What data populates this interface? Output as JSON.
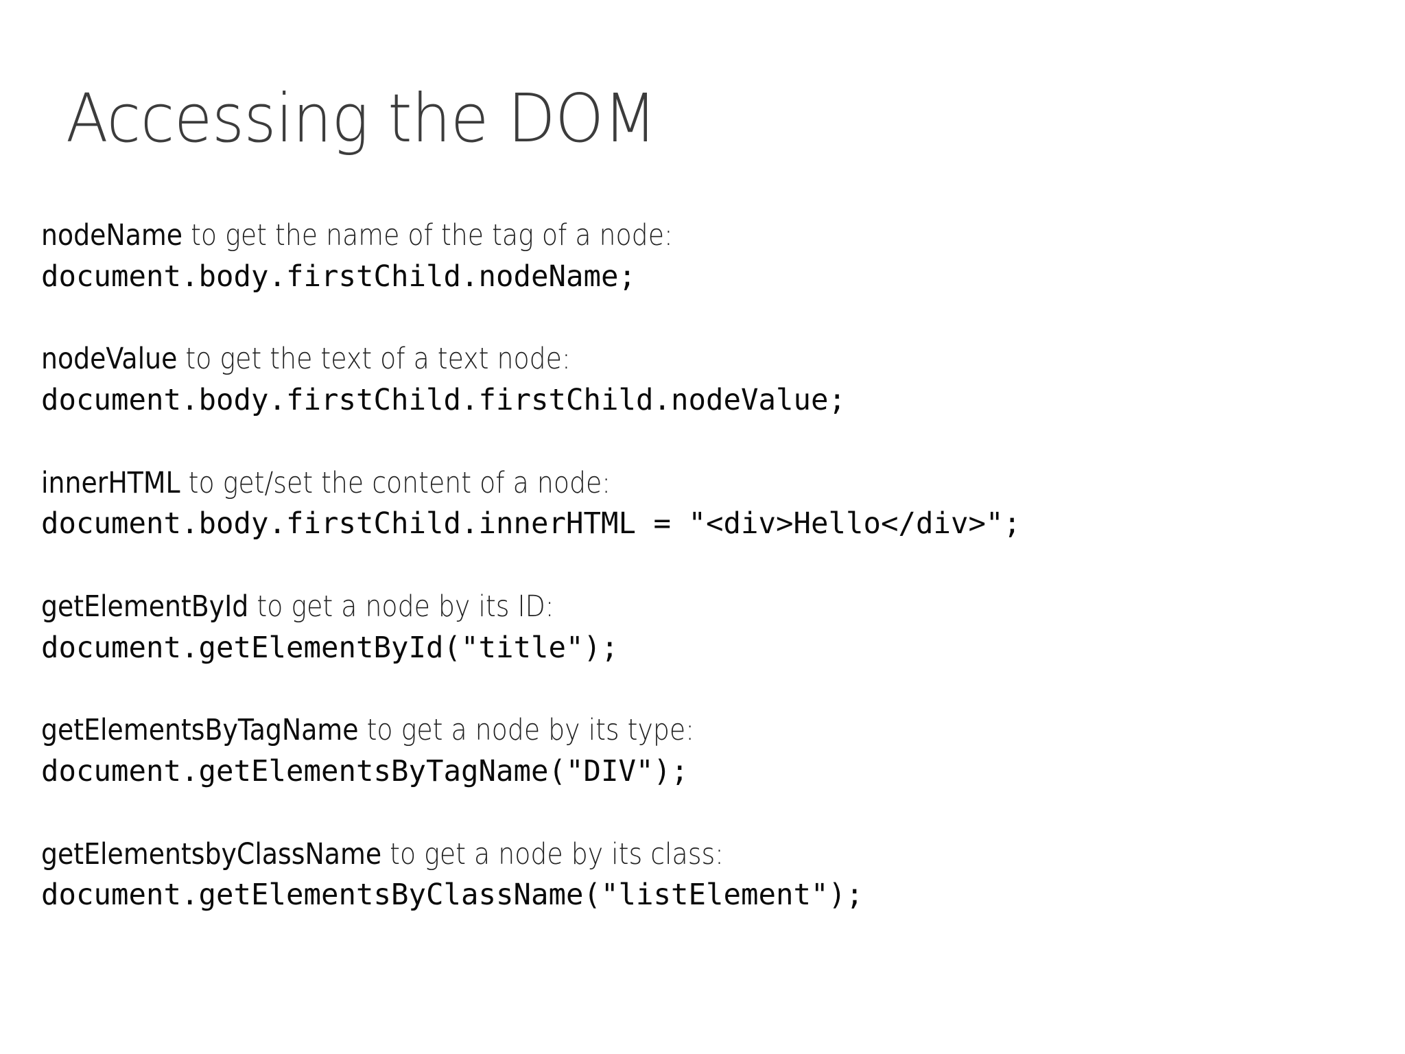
{
  "slide": {
    "title": "Accessing the DOM",
    "title_color": "#3c3c3c",
    "background_color": "#ffffff",
    "body_color": "#141414",
    "entries": [
      {
        "term": "nodeName",
        "description": " to get the name of the tag of a node:",
        "code": "document.body.firstChild.nodeName;"
      },
      {
        "term": "nodeValue",
        "description": " to get the text of a text node:",
        "code": "document.body.firstChild.firstChild.nodeValue;"
      },
      {
        "term": "innerHTML",
        "description": " to get/set the content of a node:",
        "code": "document.body.firstChild.innerHTML = \"<div>Hello</div>\";"
      },
      {
        "term": "getElementById",
        "description": "  to get a node by its ID:",
        "code": "document.getElementById(\"title\");"
      },
      {
        "term": "getElementsByTagName",
        "description": " to get a node by its type:",
        "code": "document.getElementsByTagName(\"DIV\");"
      },
      {
        "term": "getElementsbyClassName",
        "description": " to get a node by its class:",
        "code": "document.getElementsByClassName(\"listElement\");"
      }
    ]
  }
}
